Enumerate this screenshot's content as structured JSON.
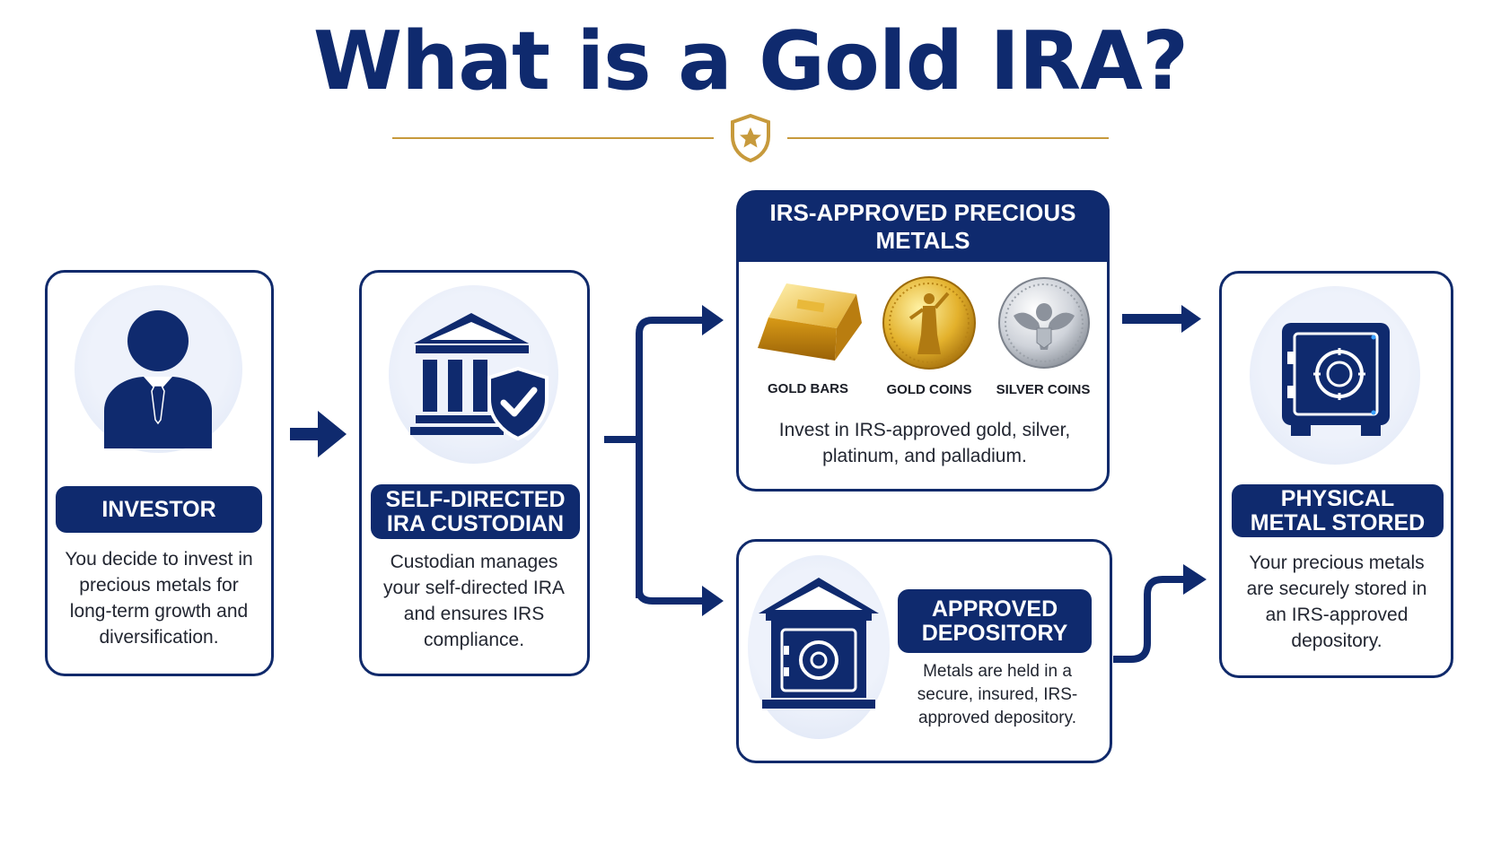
{
  "title": "What is a Gold IRA?",
  "colors": {
    "navy": "#0f2a6e",
    "gold": "#c79a3c",
    "light_circle": "#e9eefa"
  },
  "investor": {
    "label": "INVESTOR",
    "description": "You decide to invest in precious metals for long-term growth and diversification.",
    "icon": "person-icon"
  },
  "custodian": {
    "label": "SELF-DIRECTED IRA CUSTODIAN",
    "description": "Custodian manages your self-directed IRA and ensures IRS compliance.",
    "icon": "bank-shield-icon"
  },
  "metals": {
    "header": "IRS-APPROVED PRECIOUS METALS",
    "items": [
      {
        "label": "GOLD BARS",
        "icon": "gold-bar-icon"
      },
      {
        "label": "GOLD COINS",
        "icon": "gold-coin-icon"
      },
      {
        "label": "SILVER COINS",
        "icon": "silver-coin-icon"
      }
    ],
    "description": "Invest in IRS-approved gold, silver, platinum, and palladium."
  },
  "depository": {
    "label": "APPROVED DEPOSITORY",
    "description": "Metals are held in a secure, insured, IRS-approved depository.",
    "icon": "vault-building-icon"
  },
  "stored": {
    "label": "PHYSICAL METAL STORED",
    "description": "Your precious metals are securely stored in an IRS-approved depository.",
    "icon": "safe-icon"
  }
}
